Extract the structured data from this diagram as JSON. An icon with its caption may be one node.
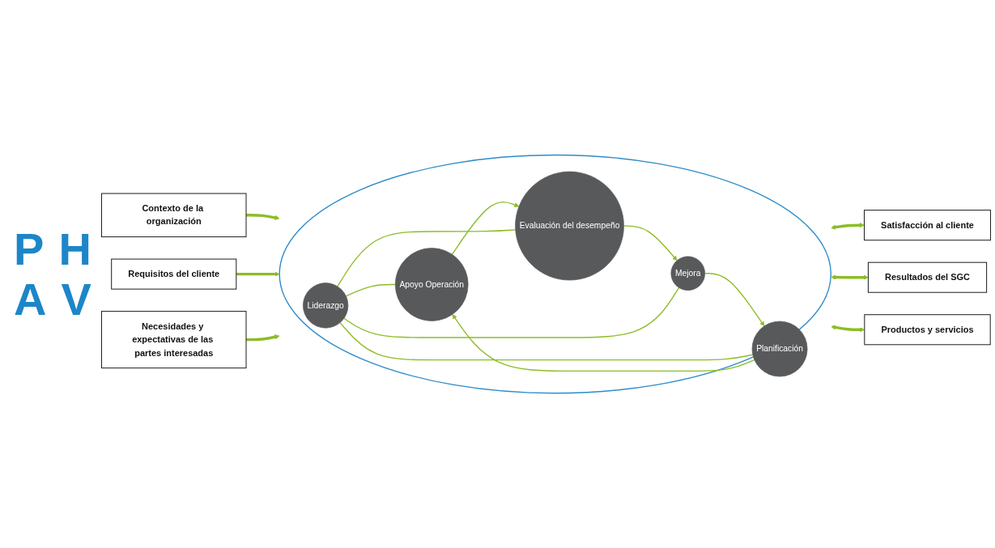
{
  "diagram": {
    "nodes": [
      {
        "text": [],
        "shape": "circle"
      },
      {
        "text": [
          "Contexto de la organización"
        ]
      },
      {
        "text": [
          "Requisitos del cliente"
        ]
      },
      {
        "text": [
          "Necesidades y expectativas de las partes interesadas"
        ]
      },
      {
        "text": [
          "Apoyo Operación"
        ],
        "in": 0
      },
      {
        "text": [
          "Planificación"
        ],
        "in": 0
      },
      {
        "text": [
          "Liderazgo"
        ],
        "in": 0
      },
      {
        "text": [
          "Evaluación del desempeño"
        ],
        "in": 0
      },
      {
        "text": [
          "Mejora"
        ],
        "in": 0
      },
      {
        "text": [
          "Satisfacción al cliente"
        ]
      },
      {
        "text": [
          "Resultados del SGC"
        ]
      },
      {
        "text": [
          "Productos y servicios"
        ]
      }
    ],
    "edges": [
      {
        "from": 1,
        "to": 0,
        "arrow": "to",
        "style": "thick"
      },
      {
        "from": 2,
        "to": 0,
        "arrow": "to",
        "style": "thick"
      },
      {
        "from": 3,
        "to": 0,
        "arrow": "to",
        "style": "thick"
      },
      {
        "from": 5,
        "to": 4,
        "arrow": "to"
      },
      {
        "from": 4,
        "to": 7,
        "arrow": "to"
      },
      {
        "from": 7,
        "to": 8,
        "arrow": "to"
      },
      {
        "from": 8,
        "to": 5,
        "arrow": "to"
      },
      {
        "from": 6,
        "to": 4,
        "arrow": "none"
      },
      {
        "from": 6,
        "to": 5,
        "arrow": "none"
      },
      {
        "from": 6,
        "to": 7,
        "arrow": "none"
      },
      {
        "from": 6,
        "to": 8,
        "arrow": "none"
      },
      {
        "from": 0,
        "to": 9,
        "arrow": "both",
        "style": "thick"
      },
      {
        "from": 0,
        "to": 10,
        "arrow": "both",
        "style": "thick"
      },
      {
        "from": 0,
        "to": 11,
        "arrow": "both",
        "style": "thick"
      }
    ],
    "labels": [
      "P",
      "H",
      "A",
      "V"
    ]
  }
}
